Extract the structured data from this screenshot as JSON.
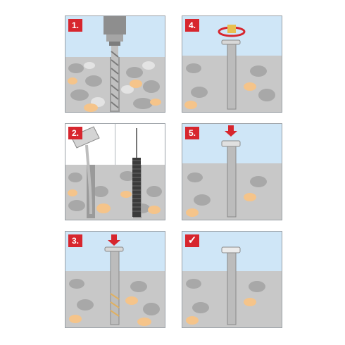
{
  "steps": [
    {
      "label": "1.",
      "icon": "drill-icon"
    },
    {
      "label": "2.",
      "icon": "blow-brush-icon"
    },
    {
      "label": "3.",
      "icon": "hammer-in-icon"
    },
    {
      "label": "4.",
      "icon": "rotate-icon"
    },
    {
      "label": "5.",
      "icon": "press-icon"
    },
    {
      "label": "✓",
      "icon": "check-icon"
    }
  ],
  "colors": {
    "badge": "#d7262e",
    "sky": "#cfe6f7",
    "stone_bg": "#c8c8c8",
    "stone_dark": "#a8a8a8",
    "stone_light": "#e3e3e3",
    "stone_orange": "#f5c48a",
    "metal": "#bcbcbc",
    "arrow": "#d7262e"
  }
}
